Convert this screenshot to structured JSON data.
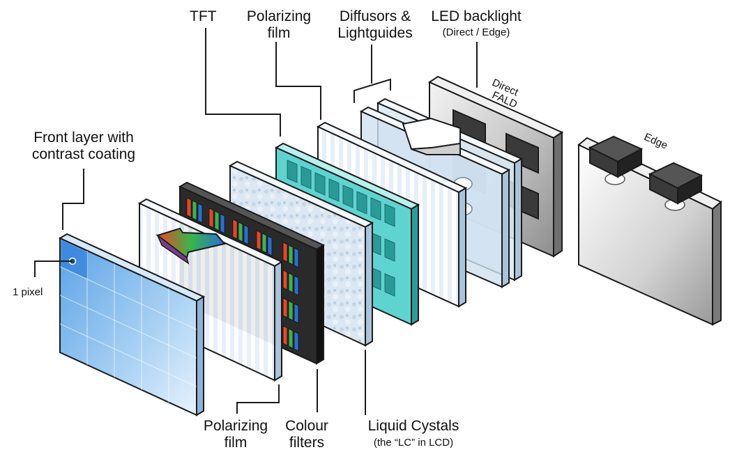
{
  "labels": {
    "front_layer": [
      "Front layer with",
      "contrast coating"
    ],
    "one_pixel": "1 pixel",
    "tft": "TFT",
    "polarizing_top": [
      "Polarizing",
      "film"
    ],
    "diffusors": [
      "Diffusors &",
      "Lightguides"
    ],
    "led_backlight": "LED backlight",
    "led_backlight_sub": "(Direct / Edge)",
    "direct": "Direct",
    "fald": "FALD",
    "edge": "Edge",
    "polarizing_bottom": [
      "Polarizing",
      "film"
    ],
    "colour_filters": [
      "Colour",
      "filters"
    ],
    "liquid_crystals": "Liquid Cystals",
    "liquid_crystals_sub": "(the “LC” in LCD)"
  },
  "colors": {
    "outline": "#1a1a1a",
    "front_blue": "#6aaee8",
    "glass": "#dfeaf5",
    "tft_teal": "#5fd3d0",
    "colour_red": "#e8462a",
    "colour_green": "#39b54a",
    "colour_blue": "#2a6fd6",
    "backlight_gray": "#bdbdbd",
    "led_dark": "#3a3a3a"
  }
}
